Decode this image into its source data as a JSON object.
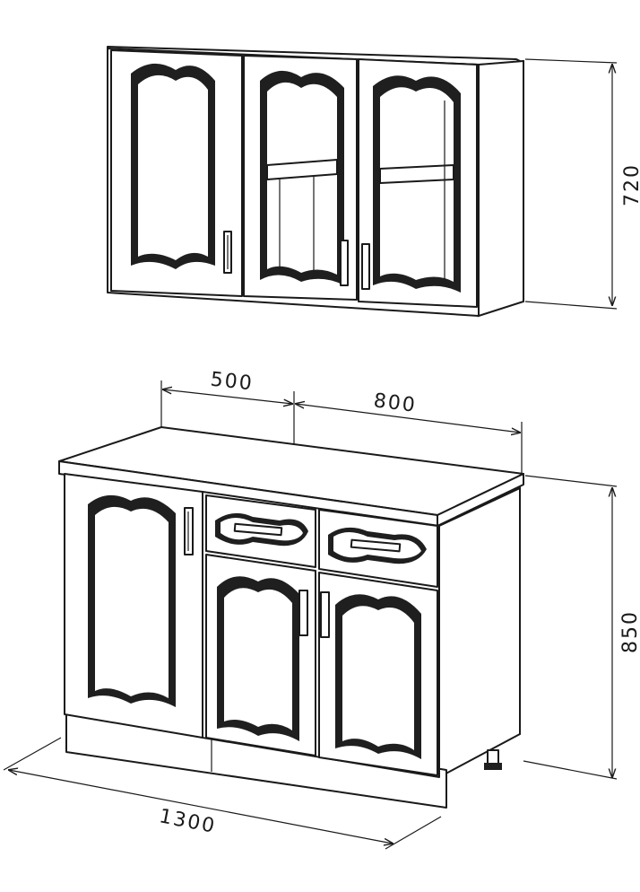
{
  "dimensions": {
    "wall_height": "720",
    "base_left_width": "500",
    "base_right_width": "800",
    "base_height": "850",
    "total_width": "1300"
  }
}
